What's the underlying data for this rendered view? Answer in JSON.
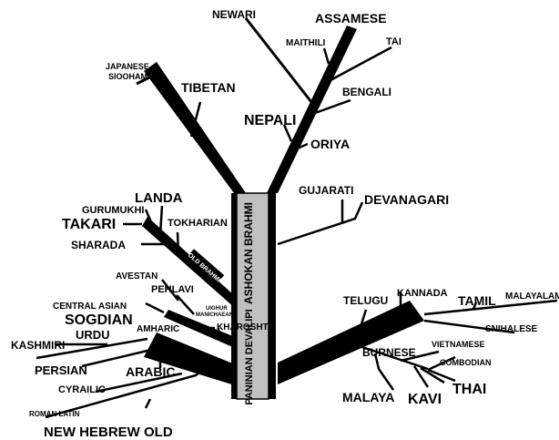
{
  "trunk": {
    "upper_label": "ASHOKAN BRAHMI",
    "lower_label": "PANINIAN DEVALIPI",
    "small_box_label": "OLD BRAHMI"
  },
  "labels": {
    "newari": "NEWARI",
    "assamese": "ASSAMESE",
    "maithili": "MAITHILI",
    "tai": "TAI",
    "japanese_1": "JAPANESE",
    "japanese_2": "SIOOHAM",
    "tibetan": "TIBETAN",
    "bengali": "BENGALI",
    "nepali": "NEPALI",
    "oriya": "ORIYA",
    "gujarati": "GUJARATI",
    "devanagari": "DEVANAGARI",
    "landa": "LANDA",
    "gurumukhi": "GURUMUKHI",
    "takari": "TAKARI",
    "tokharian": "TOKHARIAN",
    "sharada": "SHARADA",
    "avestan": "AVESTAN",
    "pehlavi": "PEHLAVI",
    "central_asian": "CENTRAL ASIAN",
    "uighur_1": "UIGHUR",
    "uighur_2": "MANICHAEAN",
    "sogdian": "SOGDIAN",
    "amharic": "AMHARIC",
    "kharoshti": "KHAROSHTI",
    "kashmiri": "KASHMIRI",
    "urdu": "URDU",
    "persian": "PERSIAN",
    "arabic": "ARABIC",
    "cyrillic": "CYRAILIC",
    "roman_latin": "ROMAN LATIN",
    "new_hebrew_old": "NEW HEBREW OLD",
    "telugu": "TELUGU",
    "kannada": "KANNADA",
    "tamil": "TAMIL",
    "malayalam": "MALAYALAM",
    "sinhalese": "SNIHALESE",
    "burmese": "BURNESE",
    "vietnamese": "VIETNAMESE",
    "cambodian": "COMBODIAN",
    "malaya": "MALAYA",
    "kavi": "KAVI",
    "thai": "THAI"
  },
  "colors": {
    "trunk_fill": "#c0c0c0",
    "branch": "#000000",
    "background": "#ffffff"
  }
}
